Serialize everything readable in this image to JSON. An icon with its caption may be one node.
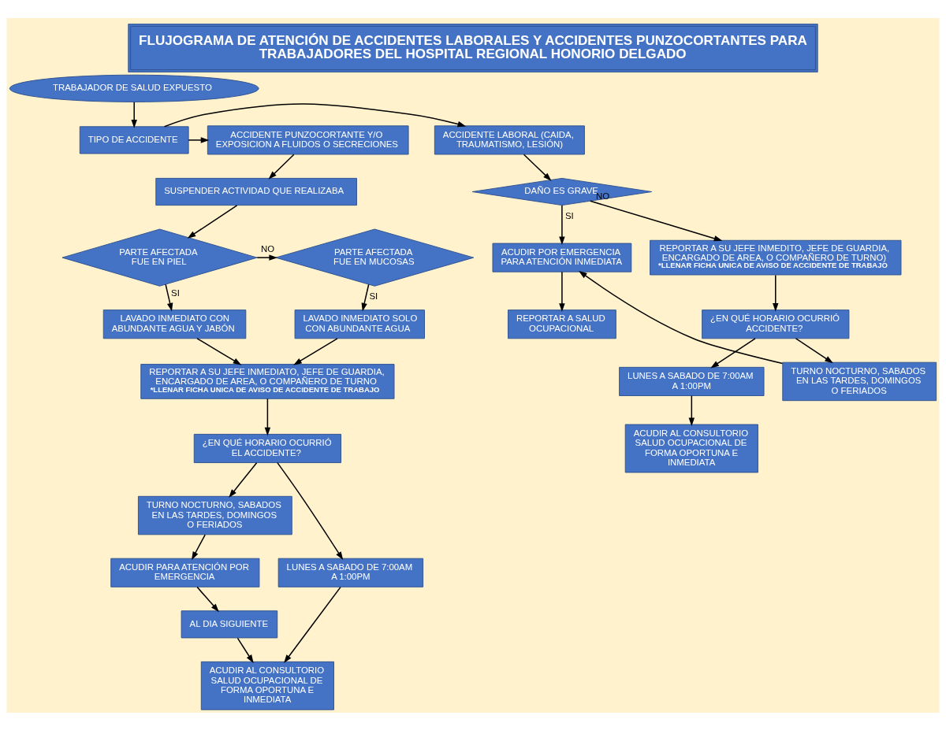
{
  "diagram": {
    "title": "FLUJOGRAMA DE ATENCIÓN DE ACCIDENTES LABORALES Y ACCIDENTES PUNZOCORTANTES PARA TRABAJADORES DEL HOSPITAL REGIONAL HONORIO DELGADO",
    "nodes": [
      {
        "text": [
          "TRABAJADOR DE SALUD EXPUESTO"
        ]
      },
      {
        "text": [
          "TIPO DE ACCIDENTE"
        ]
      },
      {
        "text": [
          "ACCIDENTE PUNZOCORTANTE Y/O EXPOSICION A FLUIDOS O SECRECIONES"
        ]
      },
      {
        "text": [
          "ACCIDENTE LABORAL (CAIDA, TRAUMATISMO, LESIÓN)"
        ]
      },
      {
        "text": [
          "SUSPENDER ACTIVIDAD QUE REALIZABA"
        ]
      },
      {
        "text": [
          "DAÑO ES GRAVE"
        ]
      },
      {
        "text": [
          "ACUDIR POR EMERGENCIA PARA ATENCIÓN INMEDIATA"
        ]
      },
      {
        "text": [
          "PARTE AFECTADA FUE EN PIEL"
        ]
      },
      {
        "text": [
          "PARTE AFECTADA FUE EN MUCOSAS"
        ]
      },
      {
        "text": [
          "REPORTAR A SU JEFE INMEDITO, JEFE DE GUARDIA, ENCARGADO DE AREA, O COMPAÑERO DE TURNO)",
          "*LLENAR FICHA UNICA DE AVISO DE ACCIDENTE DE TRABAJO"
        ]
      },
      {
        "text": [
          "REPORTAR A SALUD OCUPACIONAL"
        ]
      },
      {
        "text": [
          "LAVADO INMEDIATO CON ABUNDANTE AGUA Y JABÓN"
        ]
      },
      {
        "text": [
          "LAVADO INMEDIATO SOLO CON ABUNDANTE AGUA"
        ]
      },
      {
        "text": [
          "¿EN QUÉ HORARIO OCURRIÓ ACCIDENTE?"
        ]
      },
      {
        "text": [
          "REPORTAR A SU JEFE INMEDIATO, JEFE DE GUARDIA, ENCARGADO DE AREA, O COMPAÑERO DE TURNO",
          "*LLENAR FICHA UNICA DE AVISO DE ACCIDENTE DE TRABAJO"
        ]
      },
      {
        "text": [
          "LUNES A SABADO DE 7:00AM A 1:00PM"
        ]
      },
      {
        "text": [
          "TURNO NOCTURNO, SABADOS EN LAS TARDES, DOMINGOS O FERIADOS"
        ]
      },
      {
        "text": [
          "¿EN QUÉ HORARIO OCURRIÓ EL ACCIDENTE?"
        ]
      },
      {
        "text": [
          "TURNO NOCTURNO, SABADOS EN LAS TARDES, DOMINGOS O FERIADOS"
        ]
      },
      {
        "text": [
          "LUNES A SABADO DE 7:00AM A 1:00PM"
        ]
      },
      {
        "text": [
          "ACUDIR AL CONSULTORIO SALUD OCUPACIONAL DE FORMA OPORTUNA E INMEDIATA"
        ]
      },
      {
        "text": [
          "ACUDIR PARA ATENCIÓN POR EMERGENCIA"
        ]
      },
      {
        "text": [
          "ACUDIR AL CONSULTORIO SALUD OCUPACIONAL DE FORMA OPORTUNA E INMEDIATA"
        ]
      },
      {
        "text": [
          "AL DIA SIGUIENTE"
        ]
      }
    ],
    "edges": [
      {
        "from": 0,
        "to": 1,
        "arrow": "to"
      },
      {
        "from": 1,
        "to": 2,
        "arrow": "to"
      },
      {
        "from": 1,
        "to": 3,
        "arrow": "to"
      },
      {
        "from": 2,
        "to": 4,
        "arrow": "to"
      },
      {
        "from": 4,
        "to": 7,
        "arrow": "to"
      },
      {
        "from": 5,
        "to": 6,
        "arrow": "to",
        "label": "SI"
      },
      {
        "from": 5,
        "to": 9,
        "arrow": "to",
        "label": "NO"
      },
      {
        "from": 7,
        "to": 8,
        "arrow": "to",
        "label": "NO"
      },
      {
        "from": 7,
        "to": 11,
        "arrow": "to",
        "label": "SI"
      },
      {
        "from": 8,
        "to": 12,
        "arrow": "to",
        "label": "SI"
      },
      {
        "from": 11,
        "to": 14,
        "arrow": "to"
      },
      {
        "from": 12,
        "to": 14,
        "arrow": "to"
      },
      {
        "from": 14,
        "to": 17,
        "arrow": "to"
      },
      {
        "from": 17,
        "to": 18,
        "arrow": "to"
      },
      {
        "from": 17,
        "to": 19,
        "arrow": "to"
      },
      {
        "from": 18,
        "to": 21,
        "arrow": "to"
      },
      {
        "from": 21,
        "to": 23,
        "arrow": "to"
      },
      {
        "from": 23,
        "to": 22,
        "arrow": "to"
      },
      {
        "from": 19,
        "to": 22,
        "arrow": "to"
      },
      {
        "from": 3,
        "to": 5,
        "arrow": "to"
      },
      {
        "from": 6,
        "to": 10,
        "arrow": "to"
      },
      {
        "from": 9,
        "to": 13,
        "arrow": "to"
      },
      {
        "from": 13,
        "to": 15,
        "arrow": "to"
      },
      {
        "from": 13,
        "to": 16,
        "arrow": "to"
      },
      {
        "from": 16,
        "to": 6,
        "arrow": "to"
      },
      {
        "from": 15,
        "to": 20,
        "arrow": "to"
      }
    ]
  }
}
